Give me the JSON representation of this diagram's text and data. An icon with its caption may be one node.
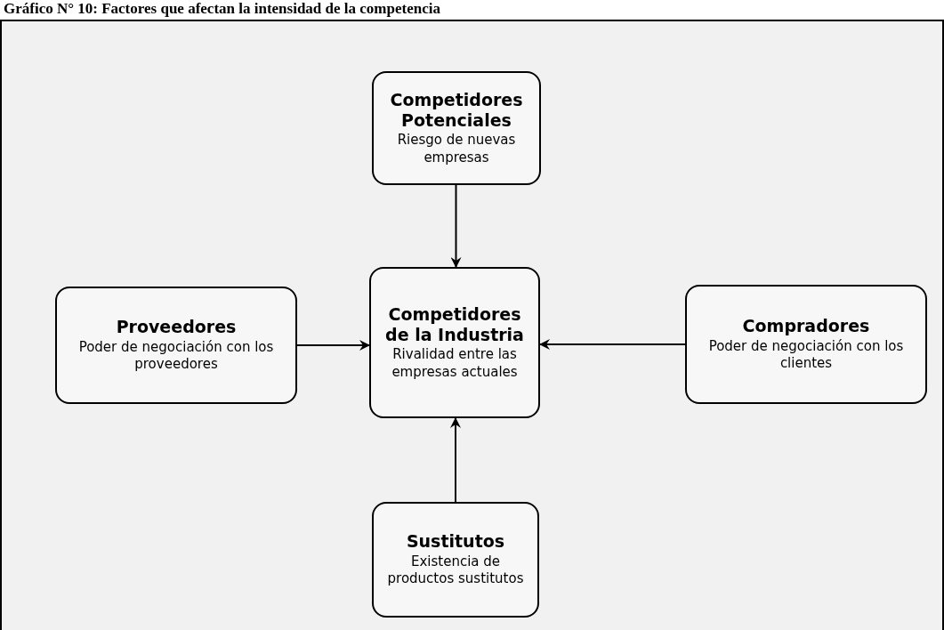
{
  "diagram": {
    "title": "Gráfico N° 10: Factores que afectan la intensidad de la competencia",
    "nodes": [
      {
        "text": [
          "Competidores Potenciales",
          "Riesgo de nuevas empresas"
        ]
      },
      {
        "text": [
          "Proveedores",
          "Poder de negociación con los proveedores"
        ]
      },
      {
        "text": [
          "Competidores de la Industria",
          "Rivalidad entre las empresas actuales"
        ]
      },
      {
        "text": [
          "Compradores",
          "Poder de negociación con los clientes"
        ]
      },
      {
        "text": [
          "Sustitutos",
          "Existencia de productos sustitutos"
        ]
      }
    ],
    "edges": [
      {
        "from": 0,
        "to": 2,
        "arrow": "to"
      },
      {
        "from": 1,
        "to": 2,
        "arrow": "to"
      },
      {
        "from": 3,
        "to": 2,
        "arrow": "to"
      },
      {
        "from": 4,
        "to": 2,
        "arrow": "to"
      }
    ]
  }
}
